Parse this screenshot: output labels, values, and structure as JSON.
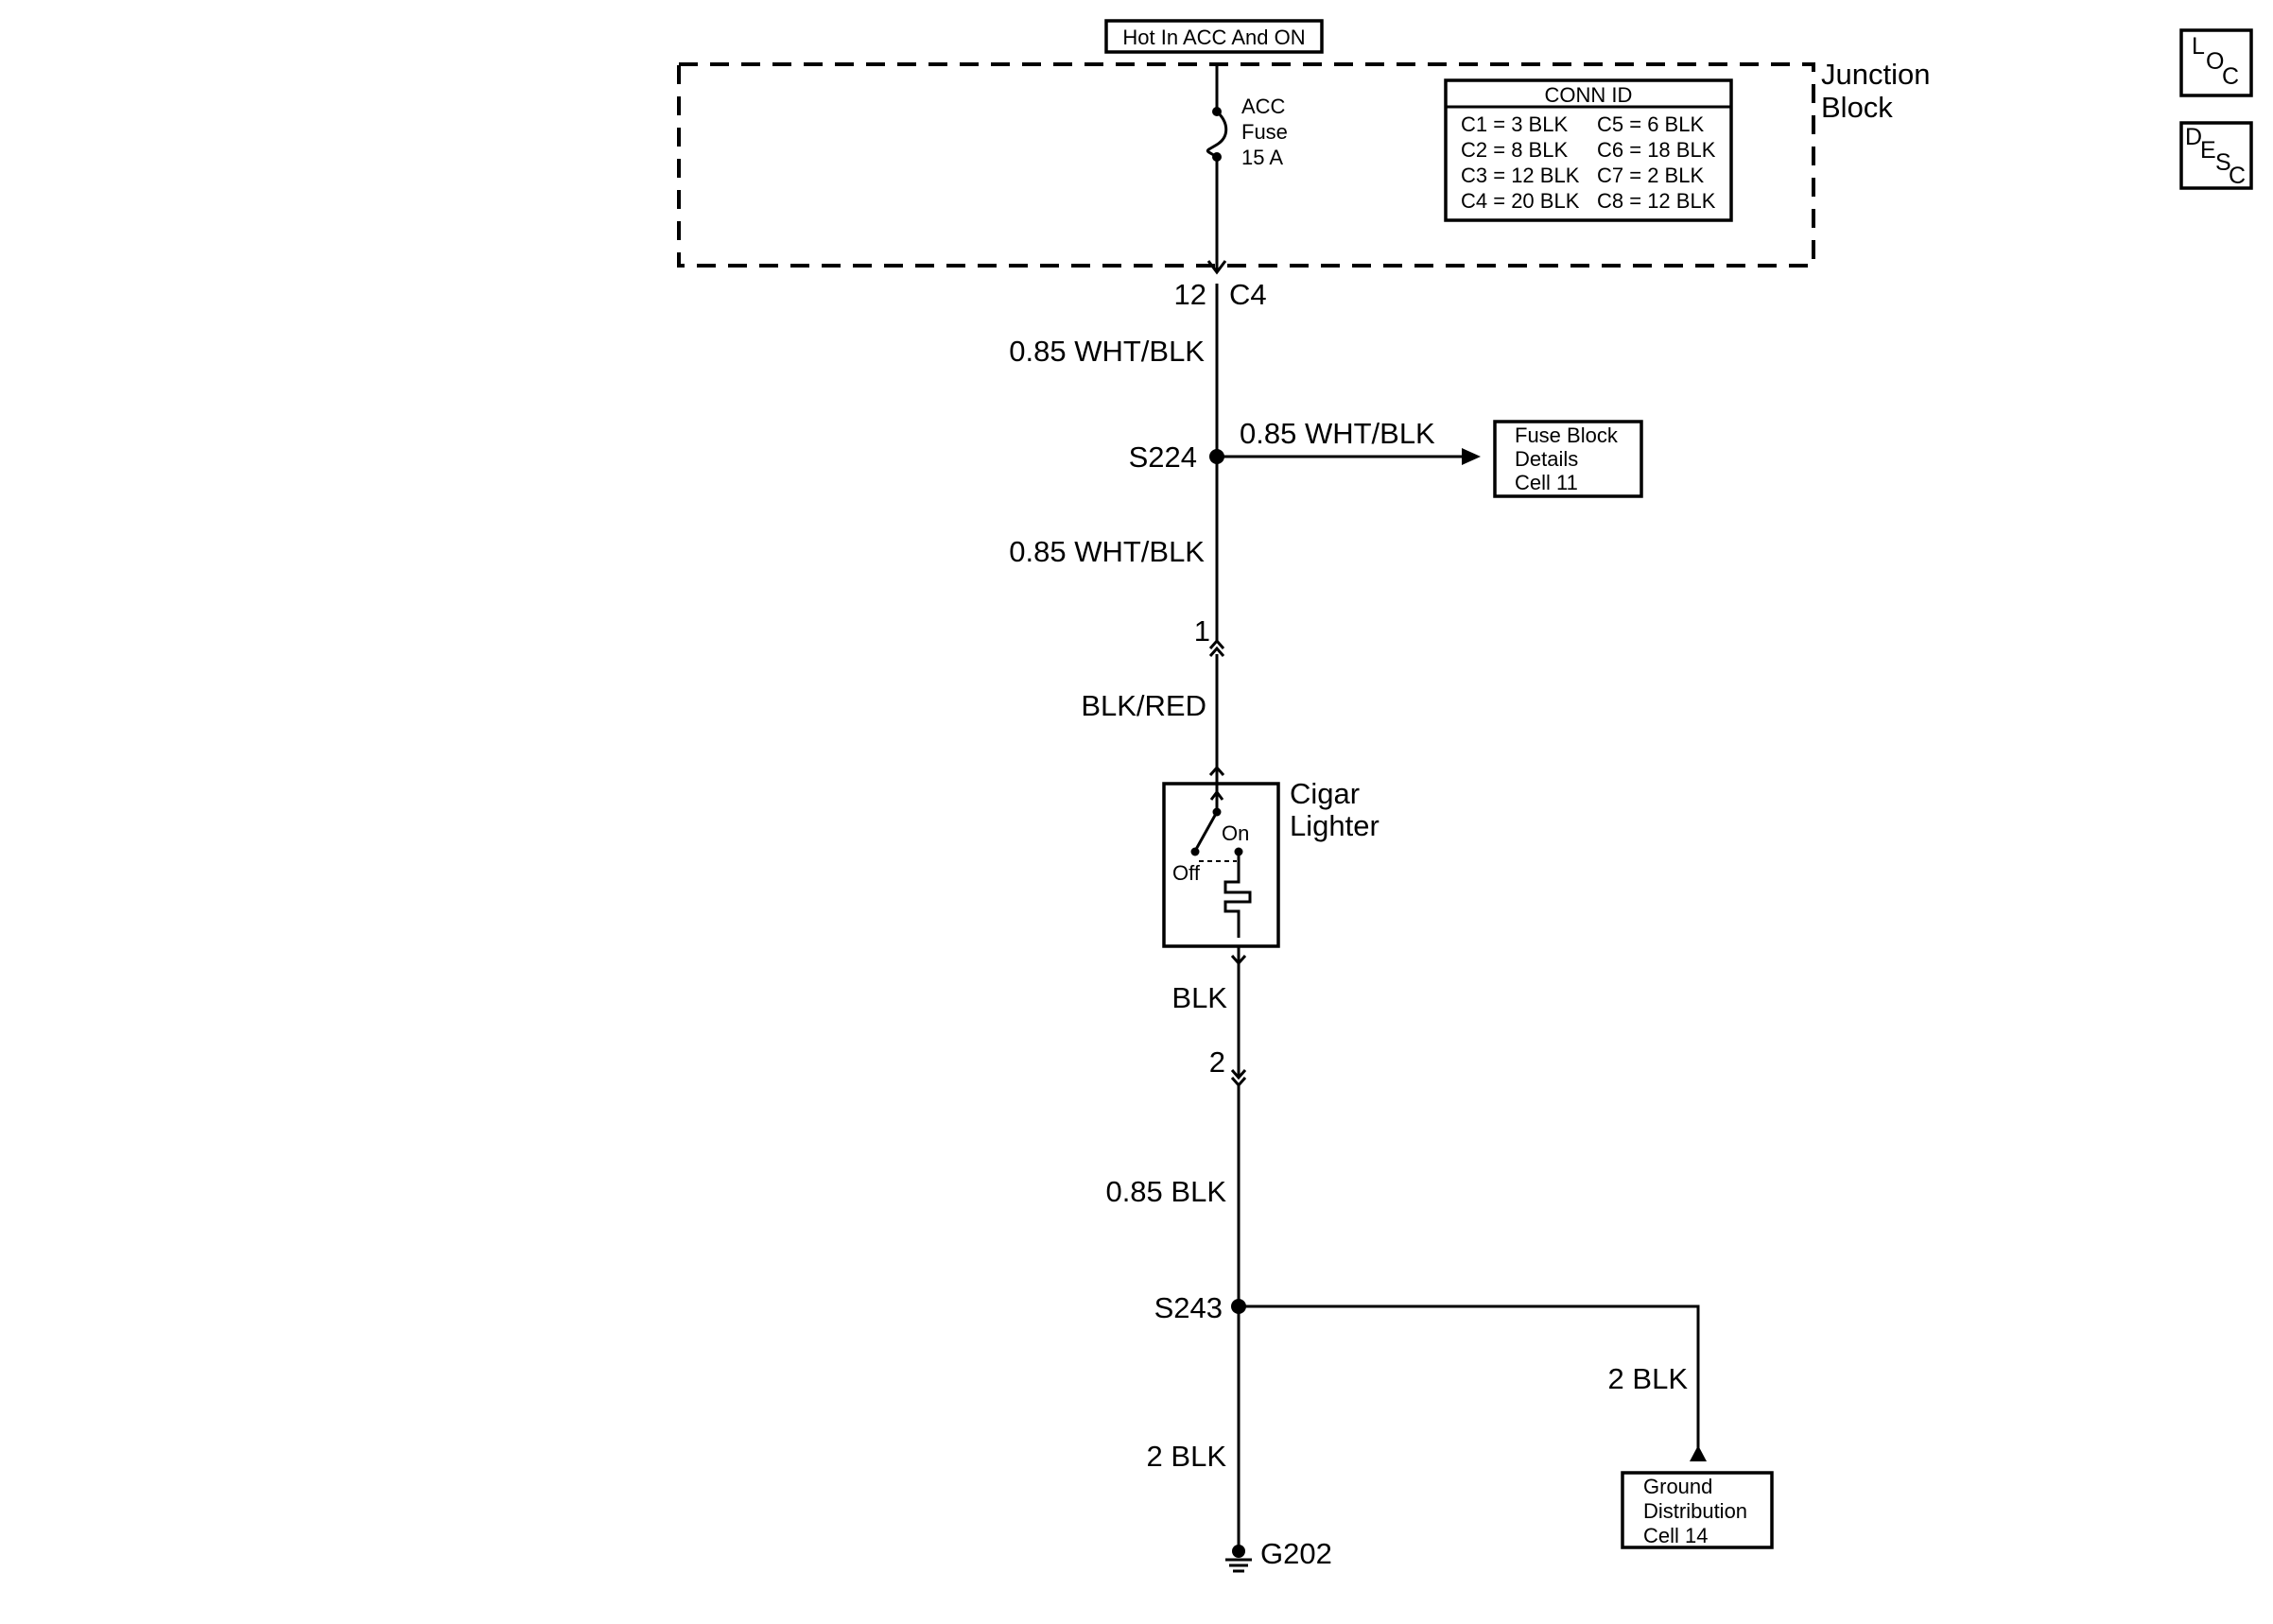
{
  "power_label": "Hot In ACC And ON",
  "junction_block": {
    "title_line1": "Junction",
    "title_line2": "Block",
    "fuse_name": "ACC",
    "fuse_word": "Fuse",
    "fuse_rating": "15 A",
    "conn_id_title": "CONN ID",
    "conn_ids": [
      "C1 = 3 BLK",
      "C5 = 6 BLK",
      "C2 = 8 BLK",
      "C6 = 18 BLK",
      "C3 = 12 BLK",
      "C7 = 2 BLK",
      "C4 = 20 BLK",
      "C8 = 12 BLK"
    ]
  },
  "connector_c4": {
    "pin": "12",
    "name": "C4"
  },
  "wires": {
    "w1": "0.85 WHT/BLK",
    "branch1": "0.85 WHT/BLK",
    "w2": "0.85 WHT/BLK",
    "w3": "BLK/RED",
    "w4": "BLK",
    "w5": "0.85 BLK",
    "branch2": "2 BLK",
    "w6": "2 BLK"
  },
  "splices": {
    "s1": "S224",
    "s2": "S243"
  },
  "fuse_block_ref": {
    "line1": "Fuse Block",
    "line2": "Details",
    "line3": "Cell 11"
  },
  "connector_pin1": "1",
  "connector_pin2": "2",
  "cigar_lighter": {
    "line1": "Cigar",
    "line2": "Lighter",
    "on": "On",
    "off": "Off"
  },
  "ground_ref": {
    "line1": "Ground",
    "line2": "Distribution",
    "line3": "Cell 14"
  },
  "ground": "G202",
  "buttons": {
    "loc": {
      "a": "L",
      "b": "O",
      "c": "C"
    },
    "desc": {
      "a": "D",
      "b": "E",
      "c": "S",
      "d": "C"
    }
  }
}
